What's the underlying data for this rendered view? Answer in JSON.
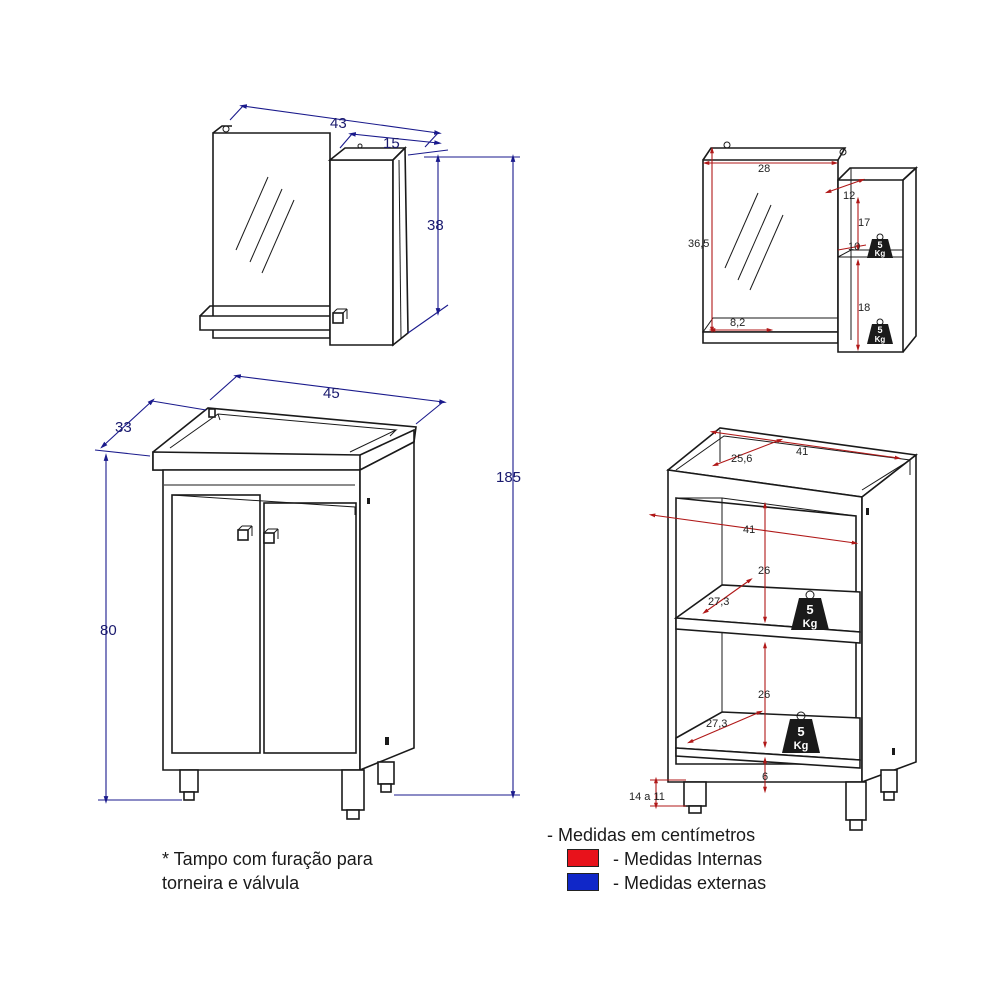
{
  "external_dims": {
    "mirror_width": "43",
    "mirror_cab_width": "15",
    "mirror_height": "38",
    "total_height": "185",
    "sink_width": "45",
    "sink_depth": "33",
    "base_height": "80"
  },
  "internal_dims": {
    "mirror_inner_width": "28",
    "mirror_inner_height": "36,5",
    "shelf_depth": "8,2",
    "cab_inner_width": "12",
    "cab_upper": "17",
    "cab_shelf": "10",
    "cab_lower": "18",
    "base_top_depth": "25,6",
    "base_top_width": "41",
    "base_inner_width": "41",
    "shelf_upper_gap": "26",
    "shelf1_depth": "27,3",
    "shelf_lower_gap": "26",
    "shelf2_depth": "27,3",
    "floor_gap": "6",
    "leg_height": "14 a 11"
  },
  "weight_badge": {
    "value": "5",
    "unit": "Kg"
  },
  "notes": {
    "tampo_line1": "* Tampo com furação para",
    "tampo_line2": "torneira e válvula"
  },
  "legend": {
    "title": "- Medidas em centímetros",
    "items": [
      {
        "label": "- Medidas Internas",
        "color": "#e8121b"
      },
      {
        "label": "- Medidas externas",
        "color": "#1027c8"
      }
    ]
  }
}
